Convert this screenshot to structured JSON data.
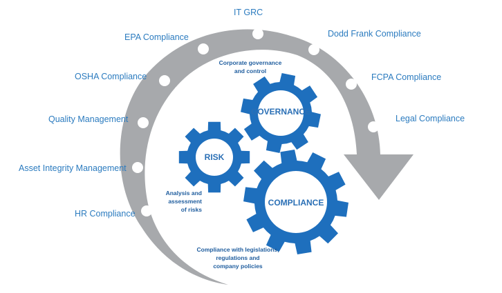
{
  "arc_labels": [
    {
      "text": "IT GRC"
    },
    {
      "text": "EPA Compliance"
    },
    {
      "text": "Dodd Frank Compliance"
    },
    {
      "text": "OSHA Compliance"
    },
    {
      "text": "FCPA Compliance"
    },
    {
      "text": "Quality Management"
    },
    {
      "text": "Legal Compliance"
    },
    {
      "text": "Asset Integrity Management"
    },
    {
      "text": "HR Compliance"
    }
  ],
  "gears": {
    "governance": "GOVERNANCE",
    "risk": "RISK",
    "compliance": "COMPLIANCE"
  },
  "notes": {
    "governance": [
      "Corporate governance",
      "and control"
    ],
    "risk": [
      "Analysis and",
      "assessment",
      "of risks"
    ],
    "compliance": [
      "Compliance with legislations,",
      "regulations and",
      "company policies"
    ]
  },
  "colors": {
    "arrow": "#a7a9ac",
    "gear": "#1e6fbd",
    "label": "#2b7bbf"
  }
}
